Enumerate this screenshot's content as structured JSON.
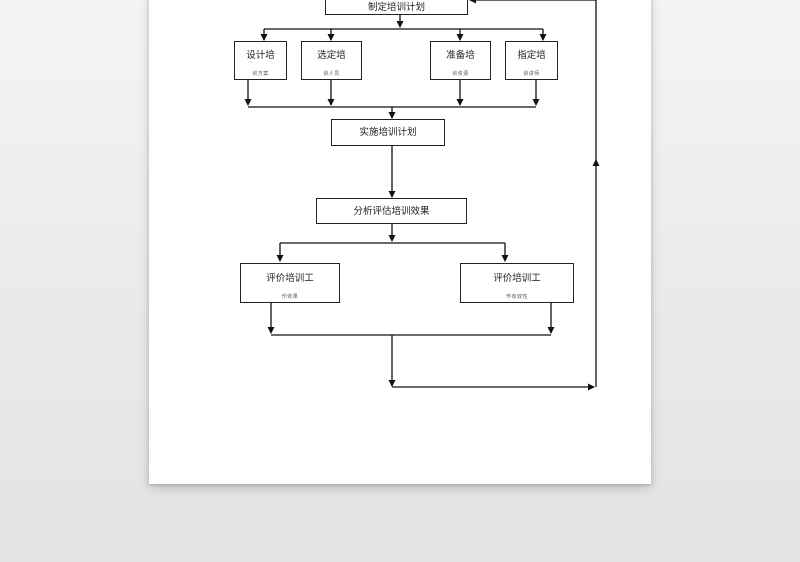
{
  "flowchart": {
    "top": {
      "title": "制定培训计划"
    },
    "methods": [
      {
        "title": "设计培",
        "sub": "训方案"
      },
      {
        "title": "选定培",
        "sub": "训人员"
      },
      {
        "title": "准备培",
        "sub": "训资源"
      },
      {
        "title": "指定培",
        "sub": "训讲师"
      }
    ],
    "implement": {
      "title": "实施培训计划"
    },
    "analyze": {
      "title": "分析评估培训效果"
    },
    "evaluate": [
      {
        "title": "评价培训工",
        "sub": "作效果"
      },
      {
        "title": "评价培训工",
        "sub": "作有效性"
      }
    ]
  }
}
